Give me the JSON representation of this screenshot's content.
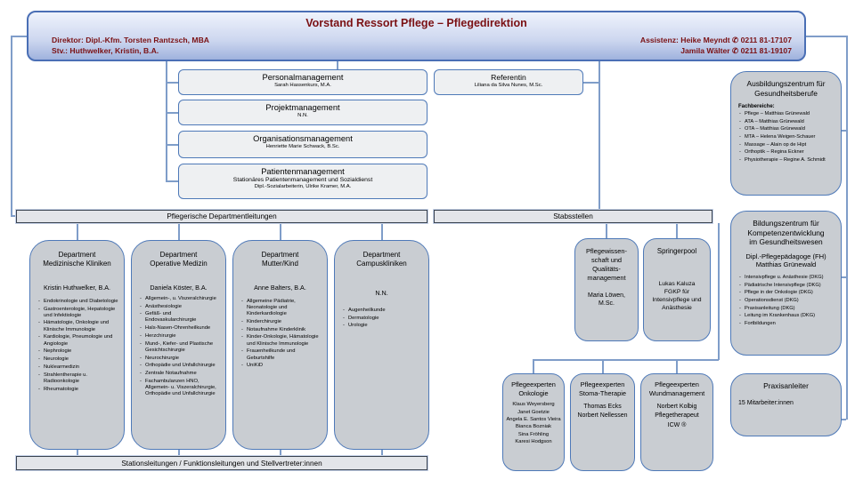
{
  "colors": {
    "header_text_red": "#7a1013",
    "connector_blue": "#7f9dc9",
    "box_border_blue": "#4e79b8",
    "gray_box_fill": "#c9cdd2",
    "light_box_fill": "#eef0f2"
  },
  "header": {
    "title": "Vorstand Ressort Pflege – Pflegedirektion",
    "director_line1": "Direktor: Dipl.-Kfm. Torsten Rantzsch, MBA",
    "director_line2": "Stv.: Huthwelker, Kristin, B.A.",
    "phone_icon": "✆",
    "assistant1": {
      "label": "Assistenz: Heike Meyndt",
      "phone": "0211 81-17107"
    },
    "assistant2": {
      "label": "Jamila Wälter",
      "phone": "0211 81-19107"
    }
  },
  "bars": {
    "departments": "Pflegerische Departmentleitungen",
    "stabsstellen": "Stabsstellen",
    "stations": "Stationsleitungen / Funktionsleitungen und Stellvertreter:innen"
  },
  "management": [
    {
      "title": "Personalmanagement",
      "name": "Sarah Hassenkurs, M.A."
    },
    {
      "title": "Projektmanagement",
      "name": "N.N."
    },
    {
      "title": "Organisationsmanagement",
      "name": "Henriette Marie Schwack, B.Sc."
    },
    {
      "title": "Patientenmanagement",
      "unit": "Stationäres Patientenmanagement und Sozialdienst",
      "name": "Dipl.-Sozialarbeiterin, Ulrike Kramer, M.A."
    }
  ],
  "referentin": {
    "title": "Referentin",
    "name": "Liliana da Silva Nunes, M.Sc."
  },
  "departments": [
    {
      "title": "Department\nMedizinische Kliniken",
      "leader": "Kristin Huthwelker, B.A.",
      "bullets": [
        "Endokrinologie und Diabetologie",
        "Gastroenterologie, Hepatologie und Infektiologie",
        "Hämatologie, Onkologie und Klinische Immunologie",
        "Kardiologie, Pneumologie und Angiologie",
        "Nephrologie",
        "Neurologie",
        "Nuklearmedizin",
        "Strahlentherapie u. Radioonkologie",
        "Rheumatologie"
      ]
    },
    {
      "title": "Department\nOperative Medizin",
      "leader": "Daniela Köster, B.A.",
      "bullets": [
        "Allgemein-, u. Viszeralchirurgie",
        "Anästhesiologie",
        "Gefäß- und Endovaskularchirurgie",
        "Hals-Nasen-Ohrenheilkunde",
        "Herzchirurgie",
        "Mund-, Kiefer- und Plastische Gesichtschirurgie",
        "Neurochirurgie",
        "Orthopädie und Unfallchirurgie",
        "Zentrale Notaufnahme",
        "Fachambulanzen HNO, Allgemein- u. Viszeralchirurgie, Orthopädie und Unfallchirurgie"
      ]
    },
    {
      "title": "Department\nMutter/Kind",
      "leader": "Anne Balters, B.A.",
      "bullets": [
        "Allgemeine Pädiatrie, Neonatologie und Kinderkardiologie",
        "Kinderchirurgie",
        "Notaufnahme Kinderklinik",
        "Kinder-Onkologie, Hämatologie und Klinische Immunologie",
        "Frauenheilkunde und Geburtshilfe",
        "UniKiD"
      ]
    },
    {
      "title": "Department\nCampuskliniken",
      "leader": "N.N.",
      "bullets": [
        "Augenheilkunde",
        "Dermatologie",
        "Urologie"
      ]
    }
  ],
  "stabsstellen": {
    "pflegewissenschaft": {
      "title": "Pflegewissen-\nschaft und\nQualitäts-\nmanagement",
      "name": "Maria Löwen,\nM.Sc."
    },
    "springerpool": {
      "title": "Springerpool",
      "name": "Lukas Kaluza\nFGKP für\nIntensivpflege und\nAnästhesie"
    },
    "experten": [
      {
        "title": "Pflegeexperten\nOnkologie",
        "members": [
          "Klaus Weyersberg",
          "Janet Goetzie",
          "Angela E. Santos Vieira",
          "Bianca Bozniak",
          "Sina Fröhling",
          "Karesi Hodgson"
        ]
      },
      {
        "title": "Pflegeexperten\nStoma-Therapie",
        "members": [
          "Thomas Ecks",
          "Norbert Nellessen"
        ]
      },
      {
        "title": "Pflegeexperten\nWundmanagement",
        "members": [
          "Norbert Kolbig",
          "Pflegetherapeut",
          "ICW ®"
        ]
      }
    ]
  },
  "right_column": {
    "ausbildungszentrum": {
      "title": "Ausbildungszentrum für\nGesundheitsberufe",
      "label": "Fachbereiche:",
      "items": [
        "Pflege – Matthias Grünewald",
        "ATA – Matthias Grünewald",
        "OTA – Matthias Grünewald",
        "MTA – Helena Weigen-Schauer",
        "Massage – Alain op de Hipt",
        "Orthoptik – Regina Eckner",
        "Physiotherapie – Regine A. Schmidt"
      ]
    },
    "bildungszentrum": {
      "title": "Bildungszentrum für\nKompetenzentwicklung\nim Gesundheitswesen",
      "subtitle": "Dipl.-Pflegepädagoge (FH)\nMatthias Grünewald",
      "items": [
        "Intensivpflege u. Anästhesie (DKG)",
        "Pädiatrische Intensivpflege (DKG)",
        "Pflege in der Onkologie (DKG)",
        "Operationsdienst (DKG)",
        "Praxisanleitung (DKG)",
        "Leitung im Krankenhaus (DKG)",
        "Fortbildungen"
      ]
    },
    "praxisanleiter": {
      "title": "Praxisanleiter",
      "subtitle": "15 Mitarbeiter:innen"
    }
  }
}
